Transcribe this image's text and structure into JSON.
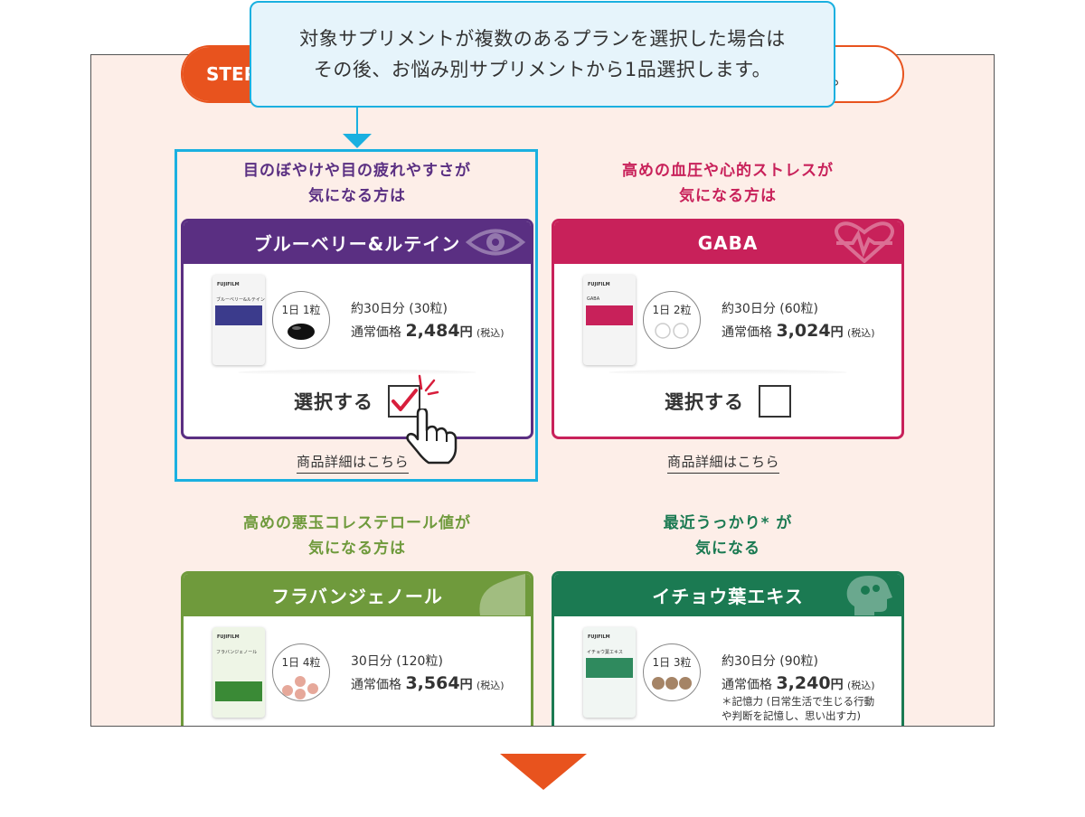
{
  "step": {
    "label": "STEP",
    "trailing_text": "。"
  },
  "tooltip": {
    "line1": "対象サプリメントが複数のあるプランを選択した場合は",
    "line2": "その後、お悩み別サプリメントから1品選択します。"
  },
  "products": [
    {
      "concern_line1": "目のぼやけや目の疲れやすさが",
      "concern_line2": "気になる方は",
      "name": "ブルーベリー&ルテイン",
      "dose": "1日 1粒",
      "days": "約30日分 (30粒)",
      "price_prefix": "通常価格",
      "price": "2,484",
      "yen": "円",
      "tax": "(税込)",
      "select_label": "選択する",
      "selected": true,
      "detail_link": "商品詳細はこちら",
      "color": "#5a2f82",
      "icon": "eye-icon"
    },
    {
      "concern_line1": "高めの血圧や心的ストレスが",
      "concern_line2": "気になる方は",
      "name": "GABA",
      "dose": "1日 2粒",
      "days": "約30日分 (60粒)",
      "price_prefix": "通常価格",
      "price": "3,024",
      "yen": "円",
      "tax": "(税込)",
      "select_label": "選択する",
      "selected": false,
      "detail_link": "商品詳細はこちら",
      "color": "#c8215a",
      "icon": "heart-pulse-icon"
    },
    {
      "concern_line1": "高めの悪玉コレステロール値が",
      "concern_line2": "気になる方は",
      "name": "フラバンジェノール",
      "dose": "1日 4粒",
      "days": "30日分 (120粒)",
      "price_prefix": "通常価格",
      "price": "3,564",
      "yen": "円",
      "tax": "(税込)",
      "color": "#6f9a3c",
      "icon": "leaf-drop-icon"
    },
    {
      "concern_line1": "最近うっかり* が",
      "concern_line2": "気になる",
      "name": "イチョウ葉エキス",
      "dose": "1日 3粒",
      "days": "約30日分 (90粒)",
      "price_prefix": "通常価格",
      "price": "3,240",
      "yen": "円",
      "tax": "(税込)",
      "note_line1": "＊記憶力 (日常生活で生じる行動",
      "note_line2": "や判断を記憶し、思い出す力)",
      "color": "#1b7a52",
      "icon": "head-brain-icon"
    }
  ],
  "package_labels": {
    "brand": "FUJIFILM",
    "p0": "ブルーベリー&ルテイン",
    "p1": "GABA",
    "p2": "フラバンジェノール",
    "p3": "イチョウ葉エキス"
  }
}
